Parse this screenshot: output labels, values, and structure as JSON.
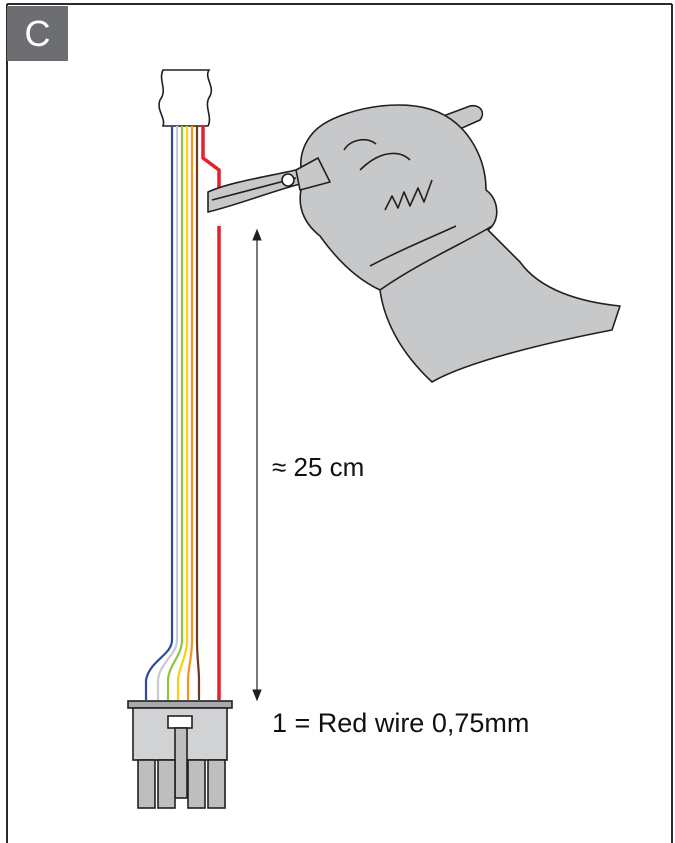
{
  "step": {
    "label": "C"
  },
  "dimension": {
    "text": "≈ 25 cm"
  },
  "wire_note": {
    "text": "1 = Red wire 0,75mm"
  },
  "colors": {
    "frame": "#2b2b2b",
    "badge": "#6d6e71",
    "red_wire": "#e4202a",
    "glove": "#c7c8ca",
    "connector": "#d1d2d4",
    "outline": "#231f20"
  },
  "wires": [
    {
      "color": "#2e4a9e",
      "name": "blue"
    },
    {
      "color": "#c8c8d8",
      "name": "white"
    },
    {
      "color": "#8dc63f",
      "name": "green"
    },
    {
      "color": "#f6d20a",
      "name": "yellow"
    },
    {
      "color": "#f7941d",
      "name": "orange"
    },
    {
      "color": "#6b3b1f",
      "name": "brown"
    },
    {
      "color": "#e4202a",
      "name": "red"
    }
  ]
}
